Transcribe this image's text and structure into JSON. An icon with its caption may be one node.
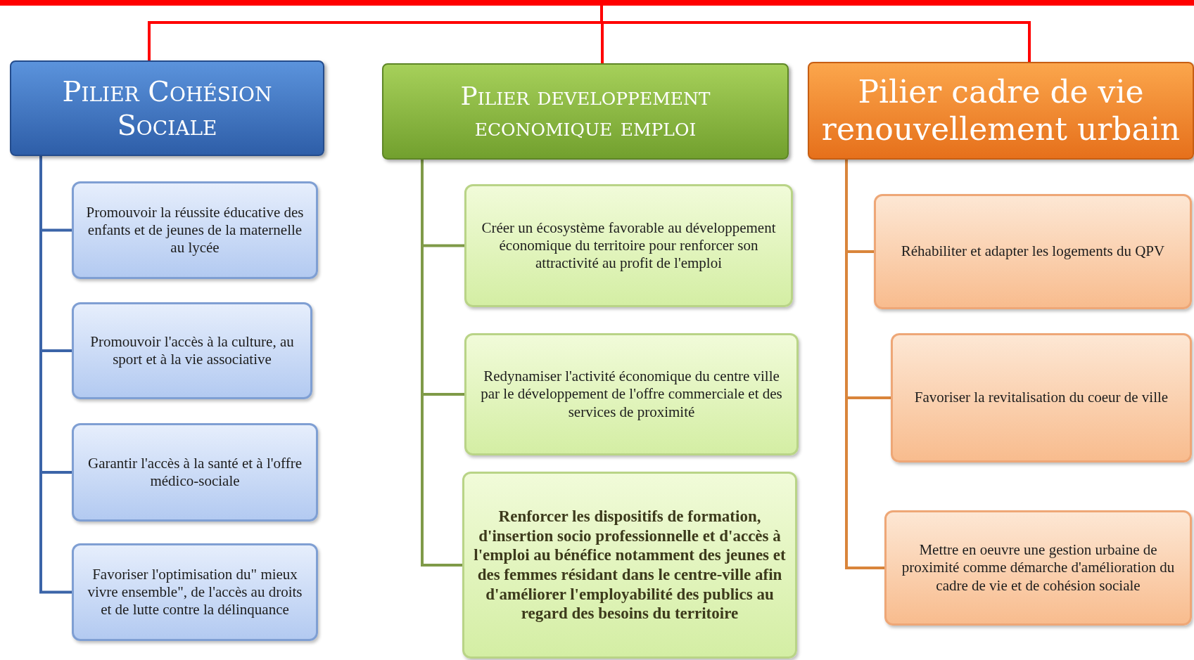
{
  "diagram": {
    "nodes": [
      {
        "text": [],
        "shape": "bar"
      },
      {
        "text": [
          "Pilier Cohésion Sociale"
        ]
      },
      {
        "text": [
          "Promouvoir la réussite éducative des enfants et de jeunes de la maternelle au lycée"
        ]
      },
      {
        "text": [
          "Promouvoir l'accès à la culture, au sport et à la vie associative"
        ]
      },
      {
        "text": [
          "Garantir l'accès à la santé et à l'offre médico-sociale"
        ]
      },
      {
        "text": [
          "Favoriser l'optimisation du\" mieux vivre ensemble\", de l'accès au droits et de lutte contre la délinquance"
        ]
      },
      {
        "text": [
          "Pilier developpement economique emploi"
        ]
      },
      {
        "text": [
          "Créer un écosystème favorable au développement économique du territoire pour renforcer son attractivité au profit de l'emploi"
        ]
      },
      {
        "text": [
          "Redynamiser l'activité économique du centre ville par le développement de l'offre commerciale et des services de proximité"
        ]
      },
      {
        "text": [
          "Renforcer les dispositifs de formation, d'insertion socio professionnelle et d'accès à l'emploi au bénéfice notamment des jeunes et des femmes résidant dans le centre-ville afin d'améliorer l'employabilité des publics au regard des besoins du territoire"
        ]
      },
      {
        "text": [
          "Pilier cadre de vie renouvellement urbain"
        ]
      },
      {
        "text": [
          "Réhabiliter et adapter les logements du QPV"
        ]
      },
      {
        "text": [
          "Favoriser la revitalisation du coeur de ville"
        ]
      },
      {
        "text": [
          "Mettre en oeuvre une gestion urbaine de proximité comme démarche d'amélioration du cadre de vie et de cohésion sociale"
        ]
      }
    ],
    "edges": [
      {
        "from": 0,
        "to": 1,
        "arrow": "none",
        "color": "#ff0000"
      },
      {
        "from": 0,
        "to": 6,
        "arrow": "none",
        "color": "#ff0000"
      },
      {
        "from": 0,
        "to": 10,
        "arrow": "none",
        "color": "#ff0000"
      },
      {
        "from": 1,
        "to": 2,
        "arrow": "none",
        "color": "#3b64a8"
      },
      {
        "from": 1,
        "to": 3,
        "arrow": "none",
        "color": "#3b64a8"
      },
      {
        "from": 1,
        "to": 4,
        "arrow": "none",
        "color": "#3b64a8"
      },
      {
        "from": 1,
        "to": 5,
        "arrow": "none",
        "color": "#3b64a8"
      },
      {
        "from": 6,
        "to": 7,
        "arrow": "none",
        "color": "#7f9a48"
      },
      {
        "from": 6,
        "to": 8,
        "arrow": "none",
        "color": "#7f9a48"
      },
      {
        "from": 6,
        "to": 9,
        "arrow": "none",
        "color": "#7f9a48"
      },
      {
        "from": 10,
        "to": 11,
        "arrow": "none",
        "color": "#d9853b"
      },
      {
        "from": 10,
        "to": 12,
        "arrow": "none",
        "color": "#d9853b"
      },
      {
        "from": 10,
        "to": 13,
        "arrow": "none",
        "color": "#d9853b"
      }
    ]
  }
}
